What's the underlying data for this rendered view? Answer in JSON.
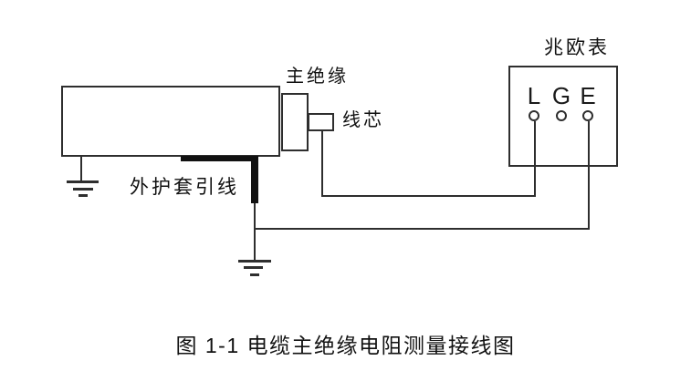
{
  "figure": {
    "caption": "图 1-1 电缆主绝缘电阻测量接线图"
  },
  "diagram": {
    "cable": {
      "main_insulation_label": "主绝缘",
      "wire_core_label": "线芯",
      "outer_sheath_lead_label": "外护套引线"
    },
    "megohmmeter": {
      "title": "兆欧表",
      "terminals": [
        {
          "label": "L"
        },
        {
          "label": "G"
        },
        {
          "label": "E"
        }
      ]
    },
    "colors": {
      "wire_line": "#2e2e2e",
      "sheath_lead": "#111111",
      "text": "#111111",
      "background": "#ffffff"
    }
  }
}
